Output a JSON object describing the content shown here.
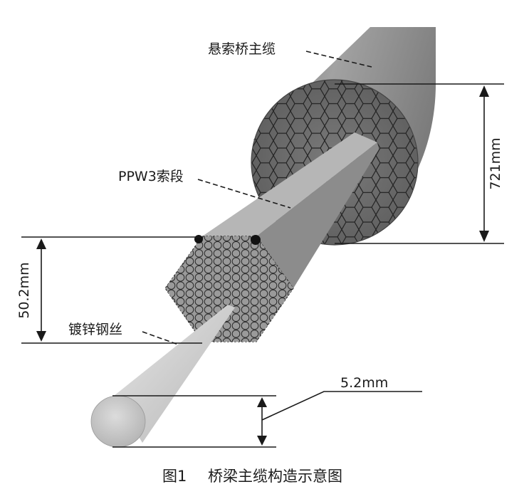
{
  "labels": {
    "main_cable": "悬索桥主缆",
    "strand": "PPW3索段",
    "wire": "镀锌钢丝",
    "cable_diameter": "721mm",
    "strand_width": "50.2mm",
    "wire_diameter": "5.2mm"
  },
  "caption": {
    "figure_number": "图1",
    "title": "桥梁主缆构造示意图"
  },
  "colors": {
    "cable_body": "#8e8e8e",
    "cable_face": "#6e6e6e",
    "strand_body": "#a9a9a9",
    "wire_body": "#cfcfcf",
    "lines": "#1a1a1a"
  }
}
